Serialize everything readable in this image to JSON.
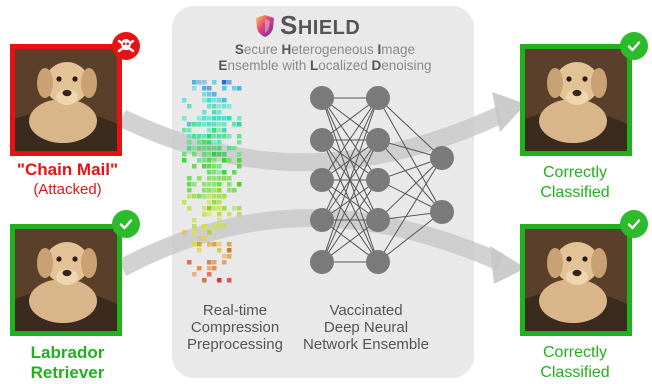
{
  "shield": {
    "title_first": "S",
    "title_rest": "HIELD",
    "subtitle": [
      {
        "segments": [
          [
            "b",
            "S"
          ],
          [
            "",
            "ecure "
          ],
          [
            "b",
            "H"
          ],
          [
            "",
            "eterogeneous "
          ],
          [
            "b",
            "I"
          ],
          [
            "",
            "mage"
          ]
        ]
      },
      {
        "segments": [
          [
            "b",
            "E"
          ],
          [
            "",
            "nsemble with "
          ],
          [
            "b",
            "L"
          ],
          [
            "",
            "ocalized "
          ],
          [
            "b",
            "D"
          ],
          [
            "",
            "enoising"
          ]
        ]
      }
    ]
  },
  "inputs": {
    "attacked": {
      "label": "\"Chain Mail\"",
      "sublabel": "(Attacked)",
      "badge": "skull-crossbones-icon"
    },
    "clean": {
      "label_line1": "Labrador",
      "label_line2": "Retriever",
      "badge": "check-icon"
    }
  },
  "outputs": {
    "top": {
      "line1": "Correctly",
      "line2": "Classified",
      "badge": "check-icon"
    },
    "bottom": {
      "line1": "Correctly",
      "line2": "Classified",
      "badge": "check-icon"
    }
  },
  "stages": {
    "compression": {
      "line1": "Real-time",
      "line2": "Compression",
      "line3": "Preprocessing"
    },
    "network": {
      "line1": "Vaccinated",
      "line2": "Deep Neural",
      "line3": "Network Ensemble"
    }
  },
  "colors": {
    "attack_red": "#e81212",
    "correct_green": "#22b01e",
    "panel_gray": "#e9e9e9",
    "node_gray": "#7a7a7a",
    "arrow_gray": "#c7c7c7"
  }
}
